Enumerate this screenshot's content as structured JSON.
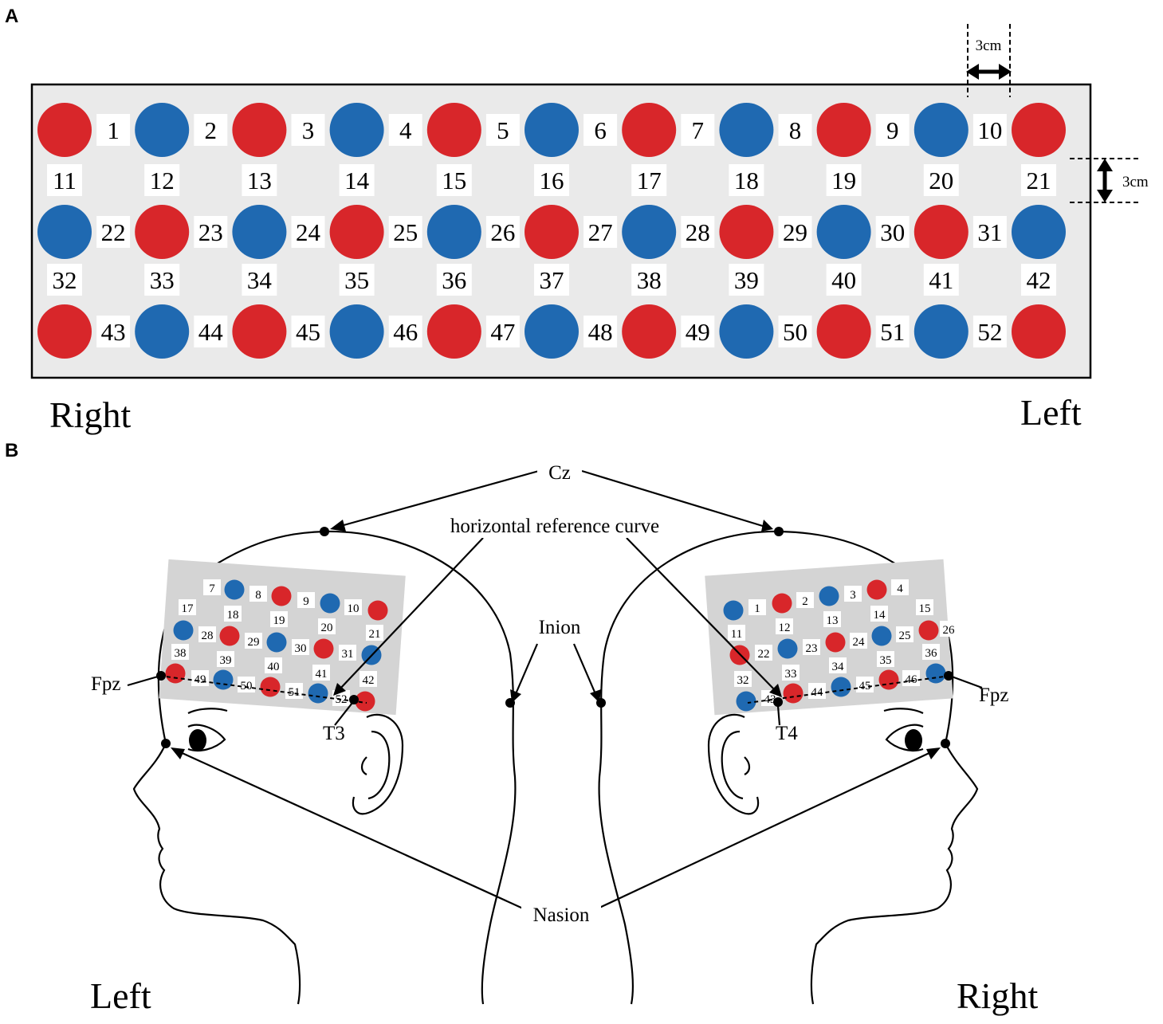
{
  "panel_a": {
    "letter": "A",
    "colors": {
      "source": "#d8262a",
      "detector": "#1f69b1",
      "board": "#eaeaea"
    },
    "grid": {
      "rows": [
        [
          "S",
          "D",
          "S",
          "D",
          "S",
          "D",
          "S",
          "D",
          "S",
          "D",
          "S"
        ],
        [
          "D",
          "S",
          "D",
          "S",
          "D",
          "S",
          "D",
          "S",
          "D",
          "S",
          "D"
        ],
        [
          "S",
          "D",
          "S",
          "D",
          "S",
          "D",
          "S",
          "D",
          "S",
          "D",
          "S"
        ]
      ],
      "row_channels": [
        [
          "1",
          "2",
          "3",
          "4",
          "5",
          "6",
          "7",
          "8",
          "9",
          "10"
        ],
        [
          "22",
          "23",
          "24",
          "25",
          "26",
          "27",
          "28",
          "29",
          "30",
          "31"
        ],
        [
          "43",
          "44",
          "45",
          "46",
          "47",
          "48",
          "49",
          "50",
          "51",
          "52"
        ]
      ],
      "gap_channels": [
        [
          "11",
          "12",
          "13",
          "14",
          "15",
          "16",
          "17",
          "18",
          "19",
          "20",
          "21"
        ],
        [
          "32",
          "33",
          "34",
          "35",
          "36",
          "37",
          "38",
          "39",
          "40",
          "41",
          "42"
        ]
      ]
    },
    "horizontal_spacing_label": "3cm",
    "vertical_spacing_label": "3cm",
    "side_left_label": "Right",
    "side_right_label": "Left"
  },
  "panel_b": {
    "letter": "B",
    "labels": {
      "cz": "Cz",
      "horizontal_reference_curve": "horizontal reference curve",
      "inion": "Inion",
      "nasion": "Nasion",
      "fpz_left": "Fpz",
      "fpz_right": "Fpz",
      "t3": "T3",
      "t4": "T4"
    },
    "left_head_label": "Left",
    "right_head_label": "Right",
    "left_head_channels": [
      [
        "7",
        "8",
        "9",
        "10"
      ],
      [
        "17",
        "18",
        "19",
        "20",
        "21"
      ],
      [
        "28",
        "29",
        "30",
        "31"
      ],
      [
        "38",
        "39",
        "40",
        "41",
        "42"
      ],
      [
        "49",
        "50",
        "51",
        "52"
      ]
    ],
    "right_head_channels": [
      [
        "1",
        "2",
        "3",
        "4"
      ],
      [
        "11",
        "12",
        "13",
        "14",
        "15"
      ],
      [
        "22",
        "23",
        "24",
        "25",
        "26"
      ],
      [
        "32",
        "33",
        "34",
        "35",
        "36"
      ],
      [
        "43",
        "44",
        "45",
        "46"
      ]
    ]
  }
}
